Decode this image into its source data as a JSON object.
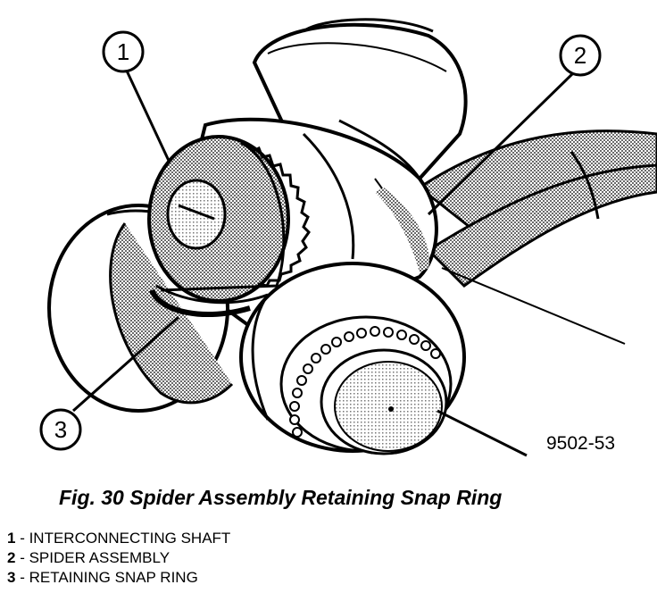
{
  "figure": {
    "callouts": [
      {
        "number": "1",
        "target": "interconnecting-shaft"
      },
      {
        "number": "2",
        "target": "spider-assembly"
      },
      {
        "number": "3",
        "target": "retaining-snap-ring"
      }
    ],
    "code": "9502-53"
  },
  "caption": "Fig. 30 Spider Assembly Retaining Snap Ring",
  "legend": [
    {
      "number": "1",
      "separator": " - ",
      "label": "INTERCONNECTING SHAFT"
    },
    {
      "number": "2",
      "separator": " - ",
      "label": "SPIDER ASSEMBLY"
    },
    {
      "number": "3",
      "separator": " - ",
      "label": "RETAINING SNAP RING"
    }
  ],
  "colors": {
    "ink": "#000000",
    "shade": "#8a8a8a",
    "paper": "#ffffff"
  }
}
